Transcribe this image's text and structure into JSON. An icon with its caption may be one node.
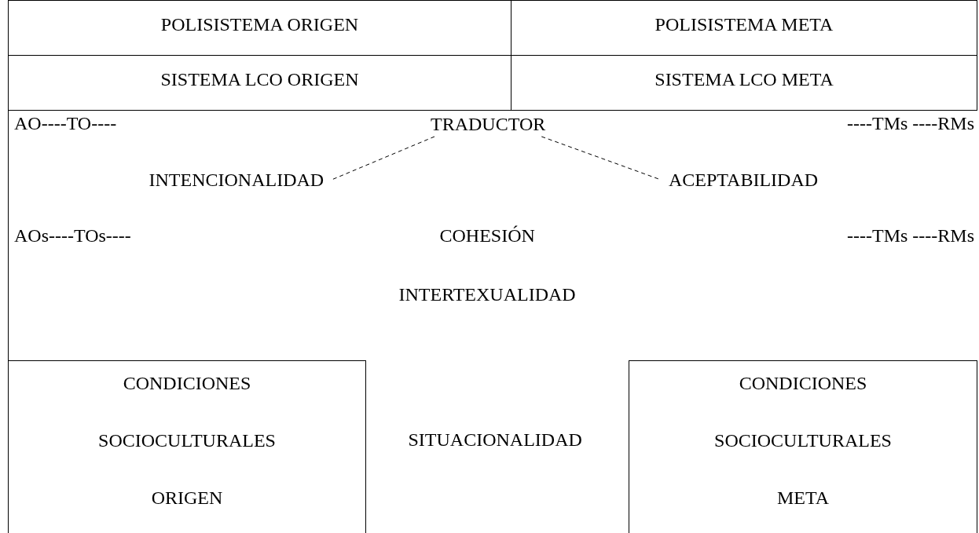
{
  "diagram": {
    "nodes": [
      {
        "text": [
          "POLISISTEMA ORIGEN"
        ]
      },
      {
        "text": [
          "POLISISTEMA META"
        ]
      },
      {
        "text": [
          "SISTEMA LCO ORIGEN"
        ]
      },
      {
        "text": [
          "SISTEMA LCO META"
        ]
      },
      {
        "text": [],
        "shape": "box"
      },
      {
        "text": [
          "TRADUCTOR"
        ],
        "in": 4
      },
      {
        "text": [
          "INTENCIONALIDAD"
        ],
        "in": 4
      },
      {
        "text": [
          "ACEPTABILIDAD"
        ],
        "in": 4
      },
      {
        "text": [
          "CONDICIONES SOCIOCULTURALES ORIGEN"
        ]
      },
      {
        "text": [
          "SITUACIONALIDAD"
        ]
      },
      {
        "text": [
          "CONDICIONES SOCIOCULTURALES META"
        ]
      }
    ],
    "edges": [
      {
        "from": 5,
        "to": 6,
        "arrow": "none",
        "style": "dashed"
      },
      {
        "from": 5,
        "to": 7,
        "arrow": "none",
        "style": "dashed"
      }
    ],
    "labels": [
      "AO----TO----",
      "----TMs ----RMs",
      "AOs----TOs----",
      "COHESIÓN",
      "----TMs ----RMs",
      "INTERTEXUALIDAD"
    ]
  }
}
